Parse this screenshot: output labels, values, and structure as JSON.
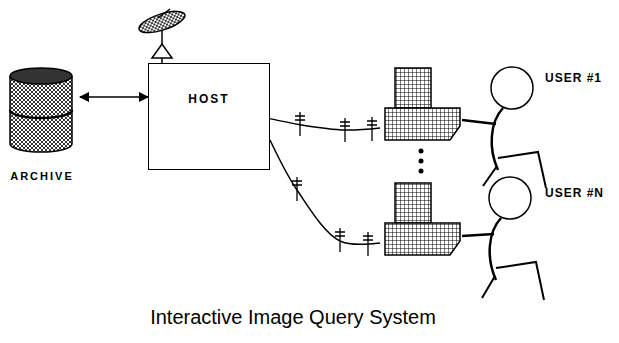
{
  "diagram": {
    "caption": "Interactive Image Query System",
    "nodes": [
      {
        "text": [
          "ARCHIVE"
        ]
      },
      {
        "text": [
          "HOST"
        ]
      },
      {
        "text": [
          "USER #1"
        ]
      },
      {
        "text": [
          "USER #N"
        ]
      }
    ],
    "edges": [
      {
        "from": 0,
        "to": 1,
        "arrow": "both"
      },
      {
        "from": 1,
        "to": 2,
        "arrow": "none"
      },
      {
        "from": 1,
        "to": 3,
        "arrow": "none"
      }
    ]
  }
}
